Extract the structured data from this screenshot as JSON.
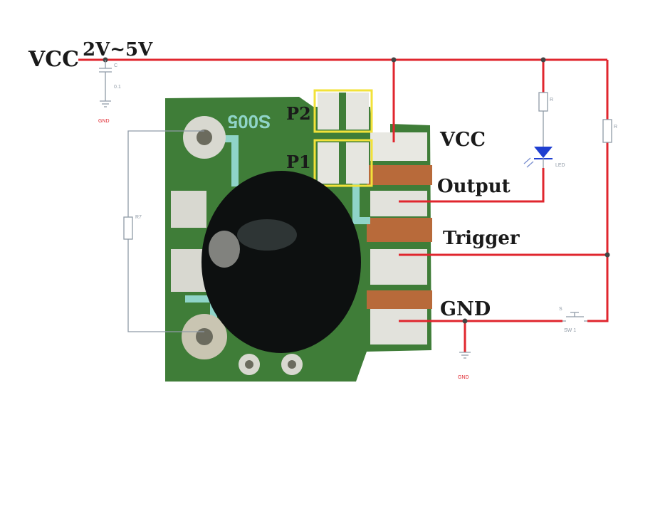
{
  "labels": {
    "vcc_left": "VCC",
    "voltage": "2V~5V",
    "pin_vcc": "VCC",
    "pin_output": "Output",
    "pin_trigger": "Trigger",
    "pin_gnd": "GND",
    "jumper_p2": "P2",
    "jumper_p1": "P1",
    "board_marking": "S005"
  },
  "schematic_marks": {
    "cap_ref": "C",
    "cap_value": "0.1",
    "gnd_top": "GND",
    "gnd_bottom": "GND",
    "resistor_led": "R",
    "led": "LED",
    "resistor_pullup": "R",
    "resistor_timing": "R7",
    "switch_ref": "S",
    "switch_label": "SW 1"
  },
  "colors": {
    "wire": "#e0262e",
    "schematic": "#8f9aa6",
    "pcb": "#3f7d38",
    "pad": "#d8d8d0",
    "copper": "#b86a3a",
    "trace": "#8fd4c8",
    "blob": "#0d1010",
    "jumper_box": "#f2e23a",
    "led": "#1f3fd1"
  }
}
